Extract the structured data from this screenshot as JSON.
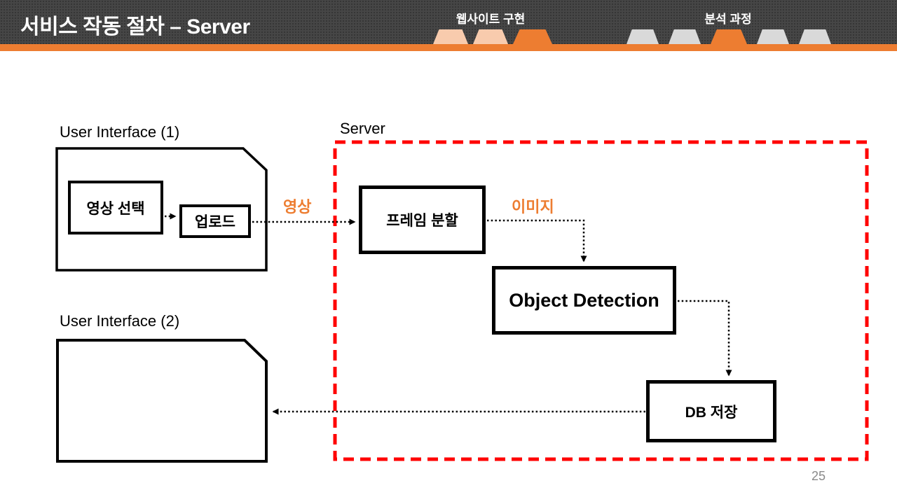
{
  "theme": {
    "header_bg": "#464646",
    "accent_orange": "#ED7D31",
    "step_peach": "#F8CBAD",
    "step_gray": "#D9D9D9",
    "server_border_red": "#FF0000",
    "page_number_gray": "#8A8A8A"
  },
  "header": {
    "title": "서비스 작동 절차 – Server",
    "tab_groups": [
      {
        "label": "웹사이트 구현",
        "steps": [
          "peach",
          "peach",
          "orange"
        ]
      },
      {
        "label": "분석 과정",
        "steps": [
          "gray",
          "gray",
          "orange",
          "gray",
          "gray"
        ]
      }
    ]
  },
  "diagram": {
    "ui1_label": "User Interface (1)",
    "server_label": "Server",
    "ui2_label": "User Interface (2)",
    "nodes": {
      "select": "영상 선택",
      "upload": "업로드",
      "frame_split": "프레임 분할",
      "object_detection": "Object Detection",
      "db_store": "DB 저장"
    },
    "edge_labels": {
      "video": "영상",
      "image": "이미지"
    }
  },
  "footer": {
    "page_number": "25"
  }
}
